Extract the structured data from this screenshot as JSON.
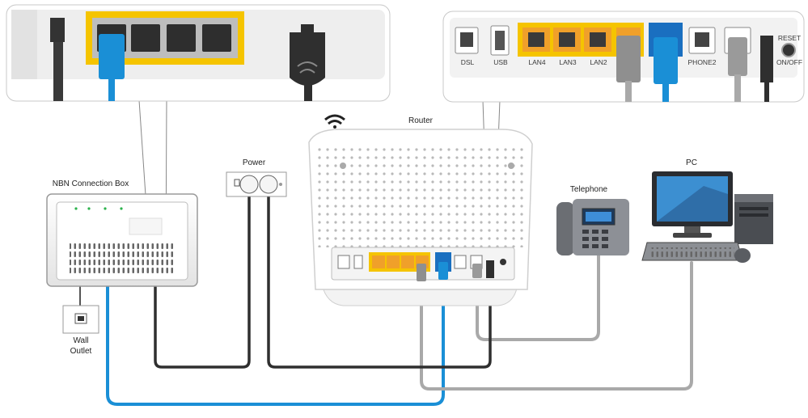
{
  "labels": {
    "nbn_box": "NBN Connection Box",
    "power": "Power",
    "router": "Router",
    "telephone": "Telephone",
    "pc": "PC",
    "wall_outlet_line1": "Wall",
    "wall_outlet_line2": "Outlet"
  },
  "router_ports": {
    "dsl": "DSL",
    "usb": "USB",
    "lan4": "LAN4",
    "lan3": "LAN3",
    "lan2": "LAN2",
    "phone2": "PHONE2",
    "reset": "RESET",
    "onoff": "ON/OFF"
  },
  "colors": {
    "yellow_frame": "#f5c400",
    "orange_port": "#f0a02a",
    "blue_cable": "#1a8fd6",
    "grey_cable": "#a9a9a9",
    "black_cable": "#2f2f2f",
    "panel_bg": "#f2f2f2"
  }
}
